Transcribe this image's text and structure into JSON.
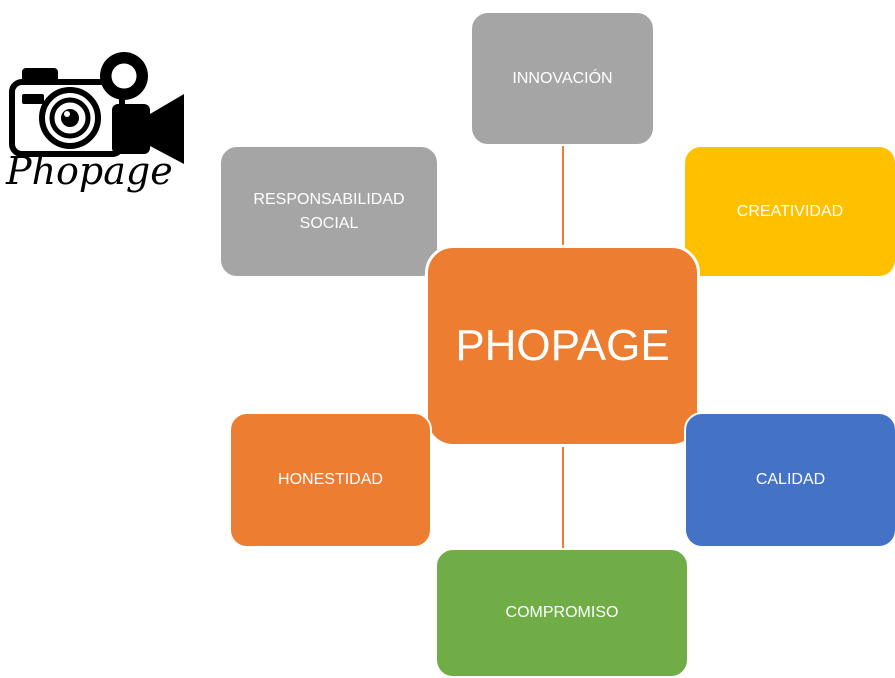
{
  "diagram": {
    "center": {
      "label": "PHOPAGE",
      "color": "#ed7d31"
    },
    "nodes": {
      "innovacion": {
        "label": "INNOVACIÓN",
        "color": "#a5a5a5"
      },
      "creatividad": {
        "label": "CREATIVIDAD",
        "color": "#ffc000"
      },
      "responsabilidad": {
        "label": "RESPONSABILIDAD\nSOCIAL",
        "color": "#a5a5a5"
      },
      "honestidad": {
        "label": "HONESTIDAD",
        "color": "#ed7d31"
      },
      "calidad": {
        "label": "CALIDAD",
        "color": "#4472c4"
      },
      "compromiso": {
        "label": "COMPROMISO",
        "color": "#70ad47"
      }
    },
    "connector_color": "#ed7d31"
  },
  "logo": {
    "text": "Phopage",
    "icon": "camera-video-icon"
  }
}
